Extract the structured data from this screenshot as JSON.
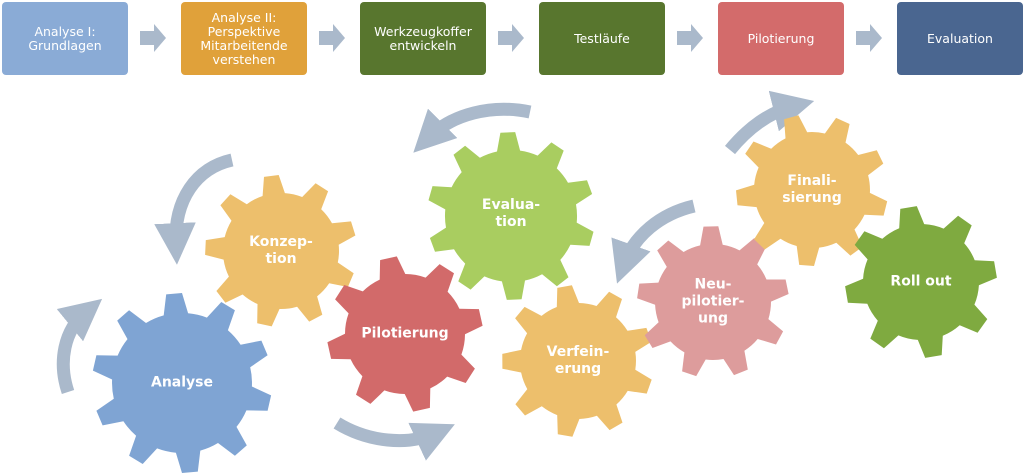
{
  "process_steps": [
    {
      "label": "Analyse I:\nGrundlagen",
      "color": "#8aabd6"
    },
    {
      "label": "Analyse II:\nPerspektive\nMitarbeitende\nverstehen",
      "color": "#e0a13a"
    },
    {
      "label": "Werkzeugkoffer\nentwickeln",
      "color": "#58762e"
    },
    {
      "label": "Testläufe",
      "color": "#58762e"
    },
    {
      "label": "Pilotierung",
      "color": "#d36b6b"
    },
    {
      "label": "Evaluation",
      "color": "#4a6690"
    }
  ],
  "gears": [
    {
      "label": "Analyse",
      "color": "#7fa4d3"
    },
    {
      "label": "Konzep-\ntion",
      "color": "#edbf6c"
    },
    {
      "label": "Pilotierung",
      "color": "#d26a6a"
    },
    {
      "label": "Evalua-\ntion",
      "color": "#a9cd60"
    },
    {
      "label": "Verfein-\nerung",
      "color": "#edbf6c"
    },
    {
      "label": "Neu-\npilotier-\nung",
      "color": "#dd9c9c"
    },
    {
      "label": "Finali-\nsierung",
      "color": "#edbf6c"
    },
    {
      "label": "Roll out",
      "color": "#7faa40"
    }
  ],
  "colors": {
    "arrow": "#aab9cb"
  }
}
